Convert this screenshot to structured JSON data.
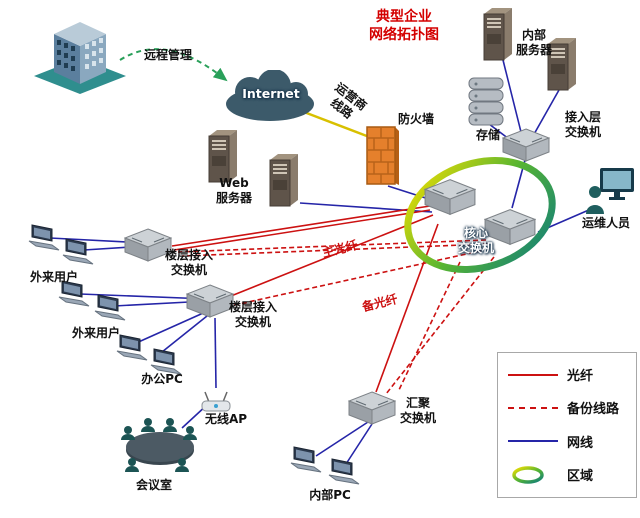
{
  "title": {
    "text": "典型企业\n网络拓扑图"
  },
  "nodes": {
    "remote_mgmt": "远程管理",
    "internet": "Internet",
    "carrier_line": "运营商\n线路",
    "firewall": "防火墙",
    "web_server": "Web\n服务器",
    "internal_server": "内部\n服务器",
    "storage": "存储",
    "access_switch": "接入层\n交换机",
    "ops_staff": "运维人员",
    "core_switch": "核心\n交换机",
    "floor_switch1": "楼层接入\n交换机",
    "floor_switch2": "楼层接入\n交换机",
    "external_users1": "外来用户",
    "external_users2": "外来用户",
    "office_pc": "办公PC",
    "wireless_ap": "无线AP",
    "meeting_room": "会议室",
    "aggregation_switch": "汇聚\n交换机",
    "internal_pc": "内部PC",
    "main_fiber": "主光纤",
    "backup_fiber": "备光纤"
  },
  "legend": {
    "fiber": "光纤",
    "backup": "备份线路",
    "cable": "网线",
    "zone": "区域"
  },
  "colors": {
    "fiber_line": "#cc1111",
    "backup_line": "#cc1111",
    "network_cable": "#2525a8",
    "carrier_link": "#d8c000",
    "remote_link": "#2aa05a",
    "title_text": "#d40000",
    "zone_ring": [
      "#f5e000",
      "#58b531",
      "#0e7d7d"
    ]
  }
}
